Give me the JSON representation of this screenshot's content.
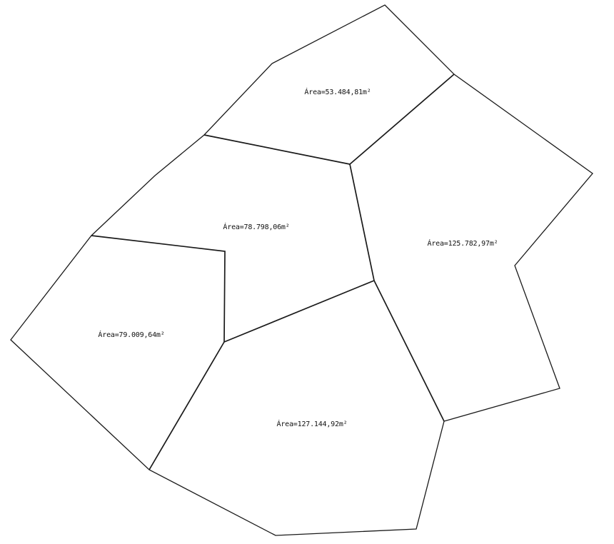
{
  "lots": [
    {
      "id": "lot-1",
      "area_label": "Área=53.484,81m²"
    },
    {
      "id": "lot-2",
      "area_label": "Área=78.798,06m²"
    },
    {
      "id": "lot-3",
      "area_label": "Área=125.782,97m²"
    },
    {
      "id": "lot-4",
      "area_label": "Área=79.009,64m²"
    },
    {
      "id": "lot-5",
      "area_label": "Área=127.144,92m²"
    }
  ],
  "colors": {
    "background": "#ffffff",
    "line": "#1a1a1a",
    "text": "#111111"
  }
}
